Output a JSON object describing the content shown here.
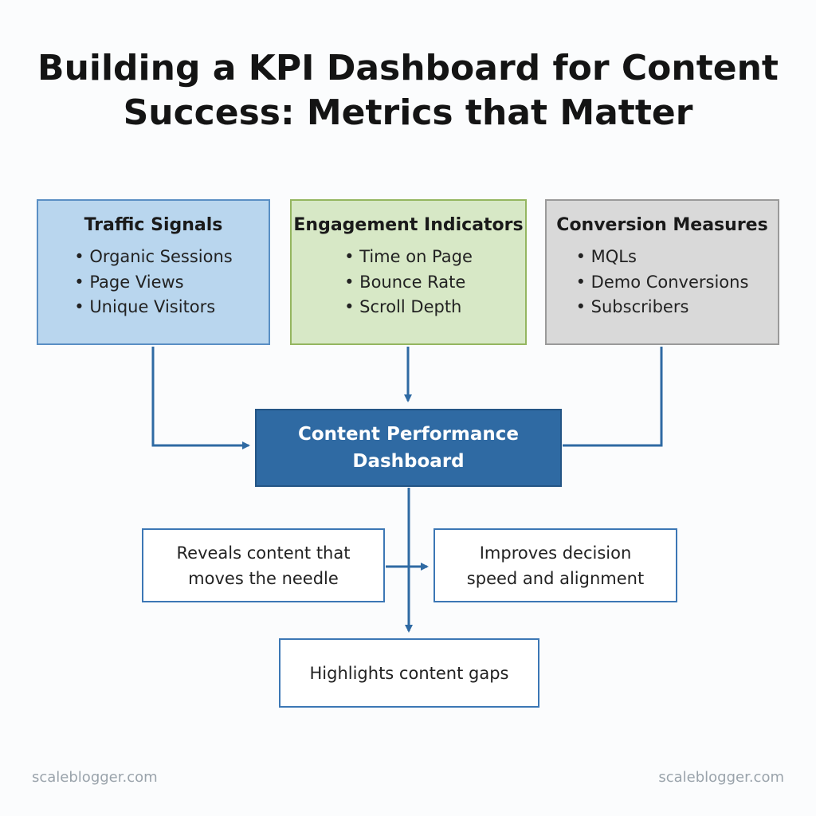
{
  "title": {
    "line1": "Building a KPI Dashboard for Content",
    "line2": "Success: Metrics that Matter"
  },
  "categories": [
    {
      "title": "Traffic Signals",
      "items": [
        "Organic Sessions",
        "Page Views",
        "Unique Visitors"
      ],
      "fill": "#b9d6ee",
      "border": "#5a8fc4"
    },
    {
      "title": "Engagement Indicators",
      "items": [
        "Time on Page",
        "Bounce Rate",
        "Scroll Depth"
      ],
      "fill": "#d7e8c6",
      "border": "#94b660"
    },
    {
      "title": "Conversion Measures",
      "items": [
        "MQLs",
        "Demo Conversions",
        "Subscribers"
      ],
      "fill": "#d9d9d9",
      "border": "#9a9a9a"
    }
  ],
  "dashboard": {
    "line1": "Content Performance",
    "line2": "Dashboard",
    "fill": "#2f6aa3"
  },
  "outcomes": {
    "reveals": {
      "line1": "Reveals content that",
      "line2": "moves the needle"
    },
    "improves": {
      "line1": "Improves decision",
      "line2": "speed and alignment"
    },
    "gaps": {
      "line1": "Highlights content gaps"
    }
  },
  "footer": {
    "left": "scaleblogger.com",
    "right": "scaleblogger.com"
  },
  "colors": {
    "connector": "#2f6aa3",
    "title_text": "#141414"
  }
}
